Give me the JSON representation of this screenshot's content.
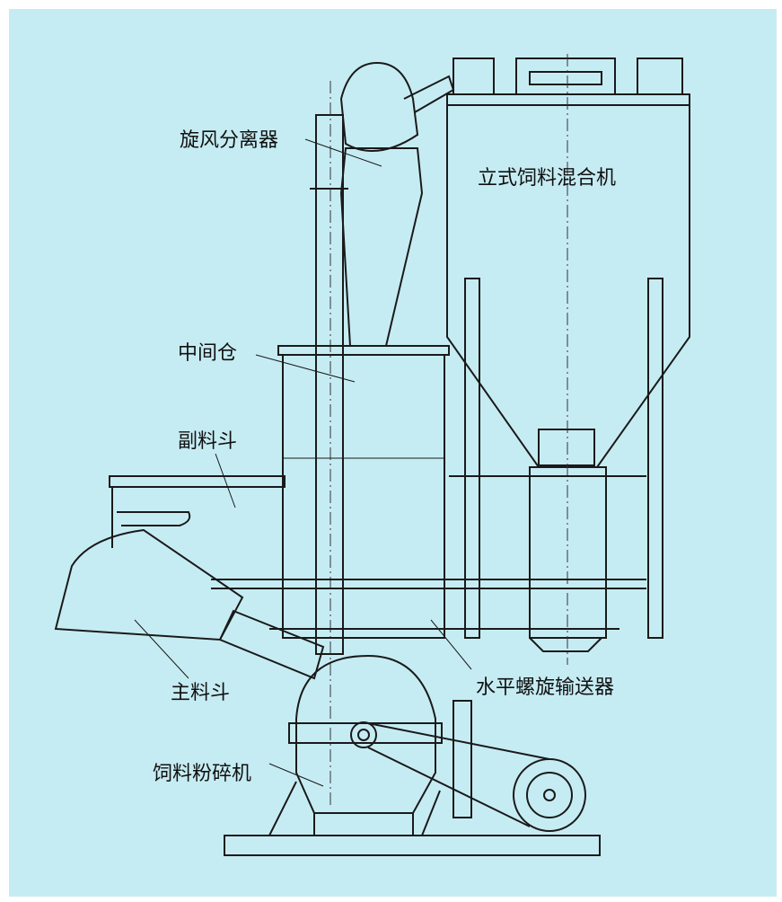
{
  "title": "饲料加工机组结构示意图",
  "colors": {
    "background": "#c6ecf3",
    "ink": "#1a1a1a"
  },
  "labels": {
    "cyclone": "旋风分离器",
    "mixer": "立式饲料混合机",
    "middle_bin": "中间仓",
    "aux_hopper": "副料斗",
    "main_hopper": "主料斗",
    "conveyor": "水平螺旋输送器",
    "crusher": "饲料粉碎机"
  }
}
